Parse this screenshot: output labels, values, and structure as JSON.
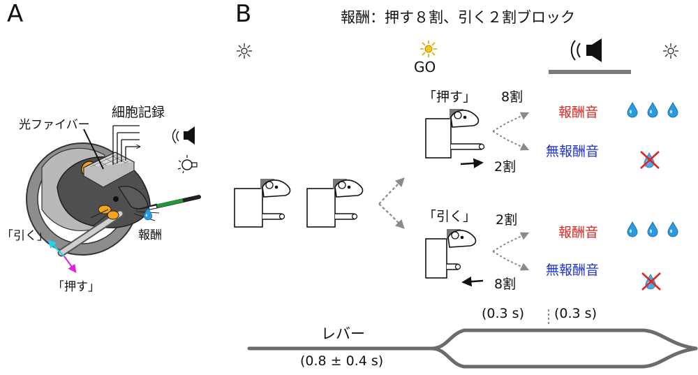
{
  "panel_a": {
    "label": "A",
    "optic_fiber": "光ファイバー",
    "cell_recording": "細胞記録",
    "reward": "報酬",
    "pull": "「引く」",
    "push": "「押す」",
    "colors": {
      "pull_arrow": "#22d3ee",
      "push_arrow": "#e21ee0",
      "mouse_ear": "#f2a51a",
      "water_drop": "#2b9be0"
    }
  },
  "panel_b": {
    "label": "B",
    "title": "報酬：押す８割、引く２割ブロック",
    "go": "GO",
    "push_cue": "「押す」",
    "pull_cue": "「引く」",
    "push_8": "8割",
    "push_2": "2割",
    "pull_2": "2割",
    "pull_8": "8割",
    "reward_sound": "報酬音",
    "no_reward_sound": "無報酬音",
    "lever": "レバー",
    "timing_first": "(0.3 s)",
    "timing_second": "(0.3 s)",
    "wait": "(0.8 ± 0.4 s)",
    "colors": {
      "reward_text": "#e0241f",
      "no_reward_text": "#1f33d6",
      "dashed_arrow": "#8a8a8a",
      "lever_trace": "#6b6b6b",
      "go_light": "#f2c81a",
      "cross": "#e0241f"
    }
  }
}
